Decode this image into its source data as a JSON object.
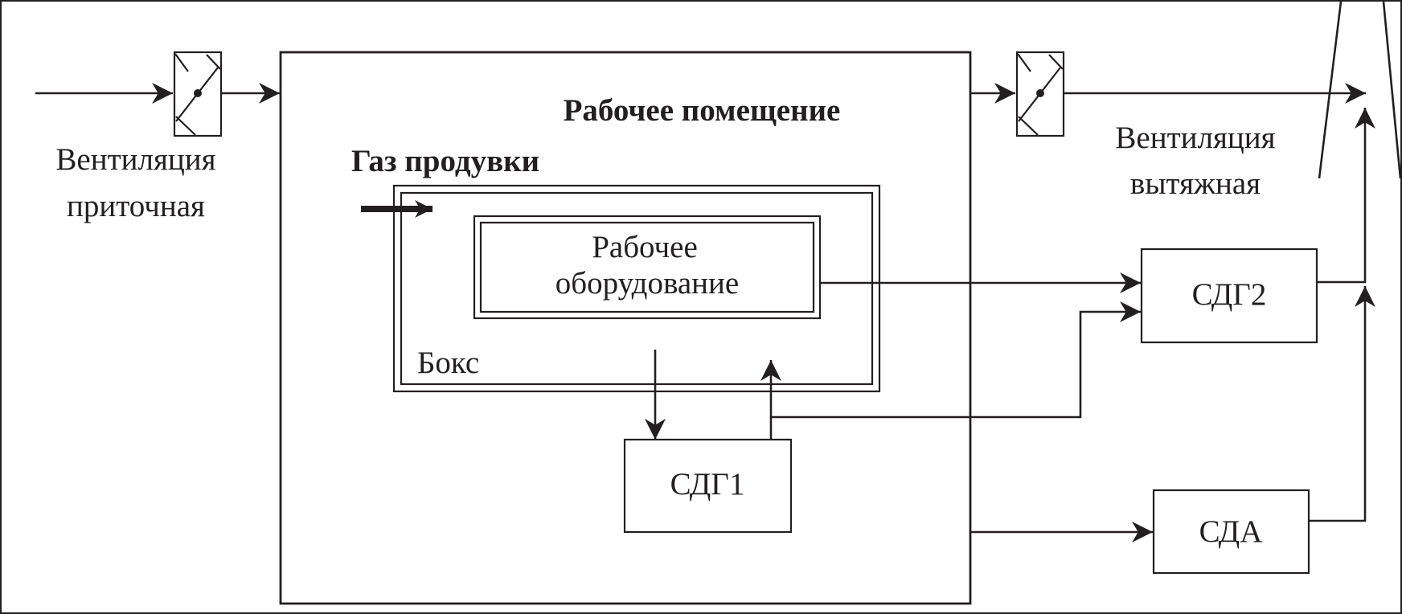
{
  "diagram": {
    "labels": {
      "work_room": "Рабочее помещение",
      "purge_gas": "Газ продувки",
      "equipment_line1": "Рабочее",
      "equipment_line2": "оборудование",
      "box": "Бокс",
      "sdg1": "СДГ1",
      "sdg2": "СДГ2",
      "sda": "СДА",
      "supply_line1": "Вентиляция",
      "supply_line2": "приточная",
      "exhaust_line1": "Вентиляция",
      "exhaust_line2": "вытяжная"
    }
  }
}
